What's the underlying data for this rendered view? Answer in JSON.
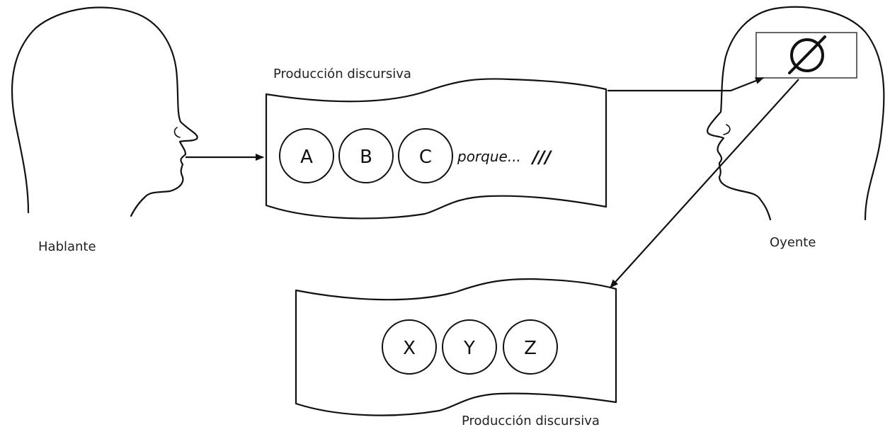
{
  "speaker": {
    "label": "Hablante"
  },
  "listener": {
    "label": "Oyente",
    "mind_symbol": "Ø"
  },
  "production_top": {
    "label": "Producción discursiva",
    "circles": [
      "A",
      "B",
      "C"
    ],
    "connector": "porque...",
    "marks": "///"
  },
  "production_bottom": {
    "label": "Producción discursiva",
    "circles": [
      "X",
      "Y",
      "Z"
    ]
  }
}
